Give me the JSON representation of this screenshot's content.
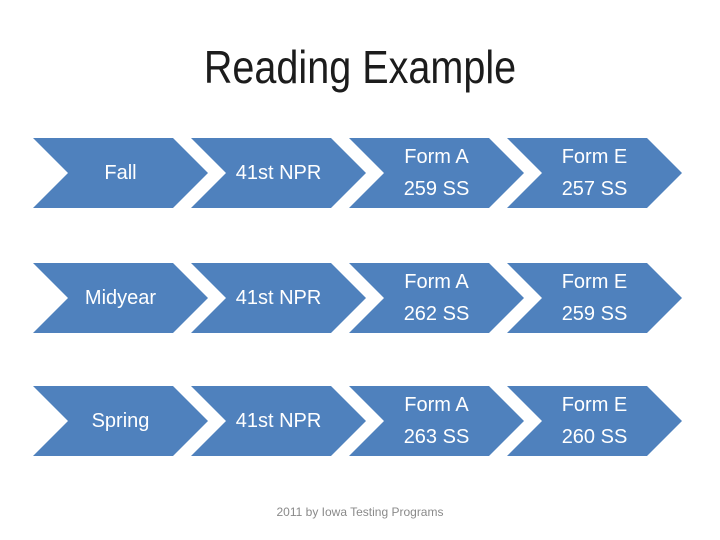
{
  "slide": {
    "title": "Reading Example",
    "footer": "2011 by Iowa Testing Programs"
  },
  "colors": {
    "chevron_blue": "#4f81bd",
    "chevron_text": "#ffffff",
    "title_text": "#1c1c1c",
    "footer_text": "#8a8a8a",
    "background": "#ffffff"
  },
  "process_rows": [
    {
      "season": "Fall",
      "npr": "41st NPR",
      "form_a": {
        "label": "Form A",
        "score": "259 SS"
      },
      "form_e": {
        "label": "Form E",
        "score": "257 SS"
      }
    },
    {
      "season": "Midyear",
      "npr": "41st NPR",
      "form_a": {
        "label": "Form A",
        "score": "262 SS"
      },
      "form_e": {
        "label": "Form E",
        "score": "259 SS"
      }
    },
    {
      "season": "Spring",
      "npr": "41st NPR",
      "form_a": {
        "label": "Form A",
        "score": "263 SS"
      },
      "form_e": {
        "label": "Form E",
        "score": "260 SS"
      }
    }
  ]
}
